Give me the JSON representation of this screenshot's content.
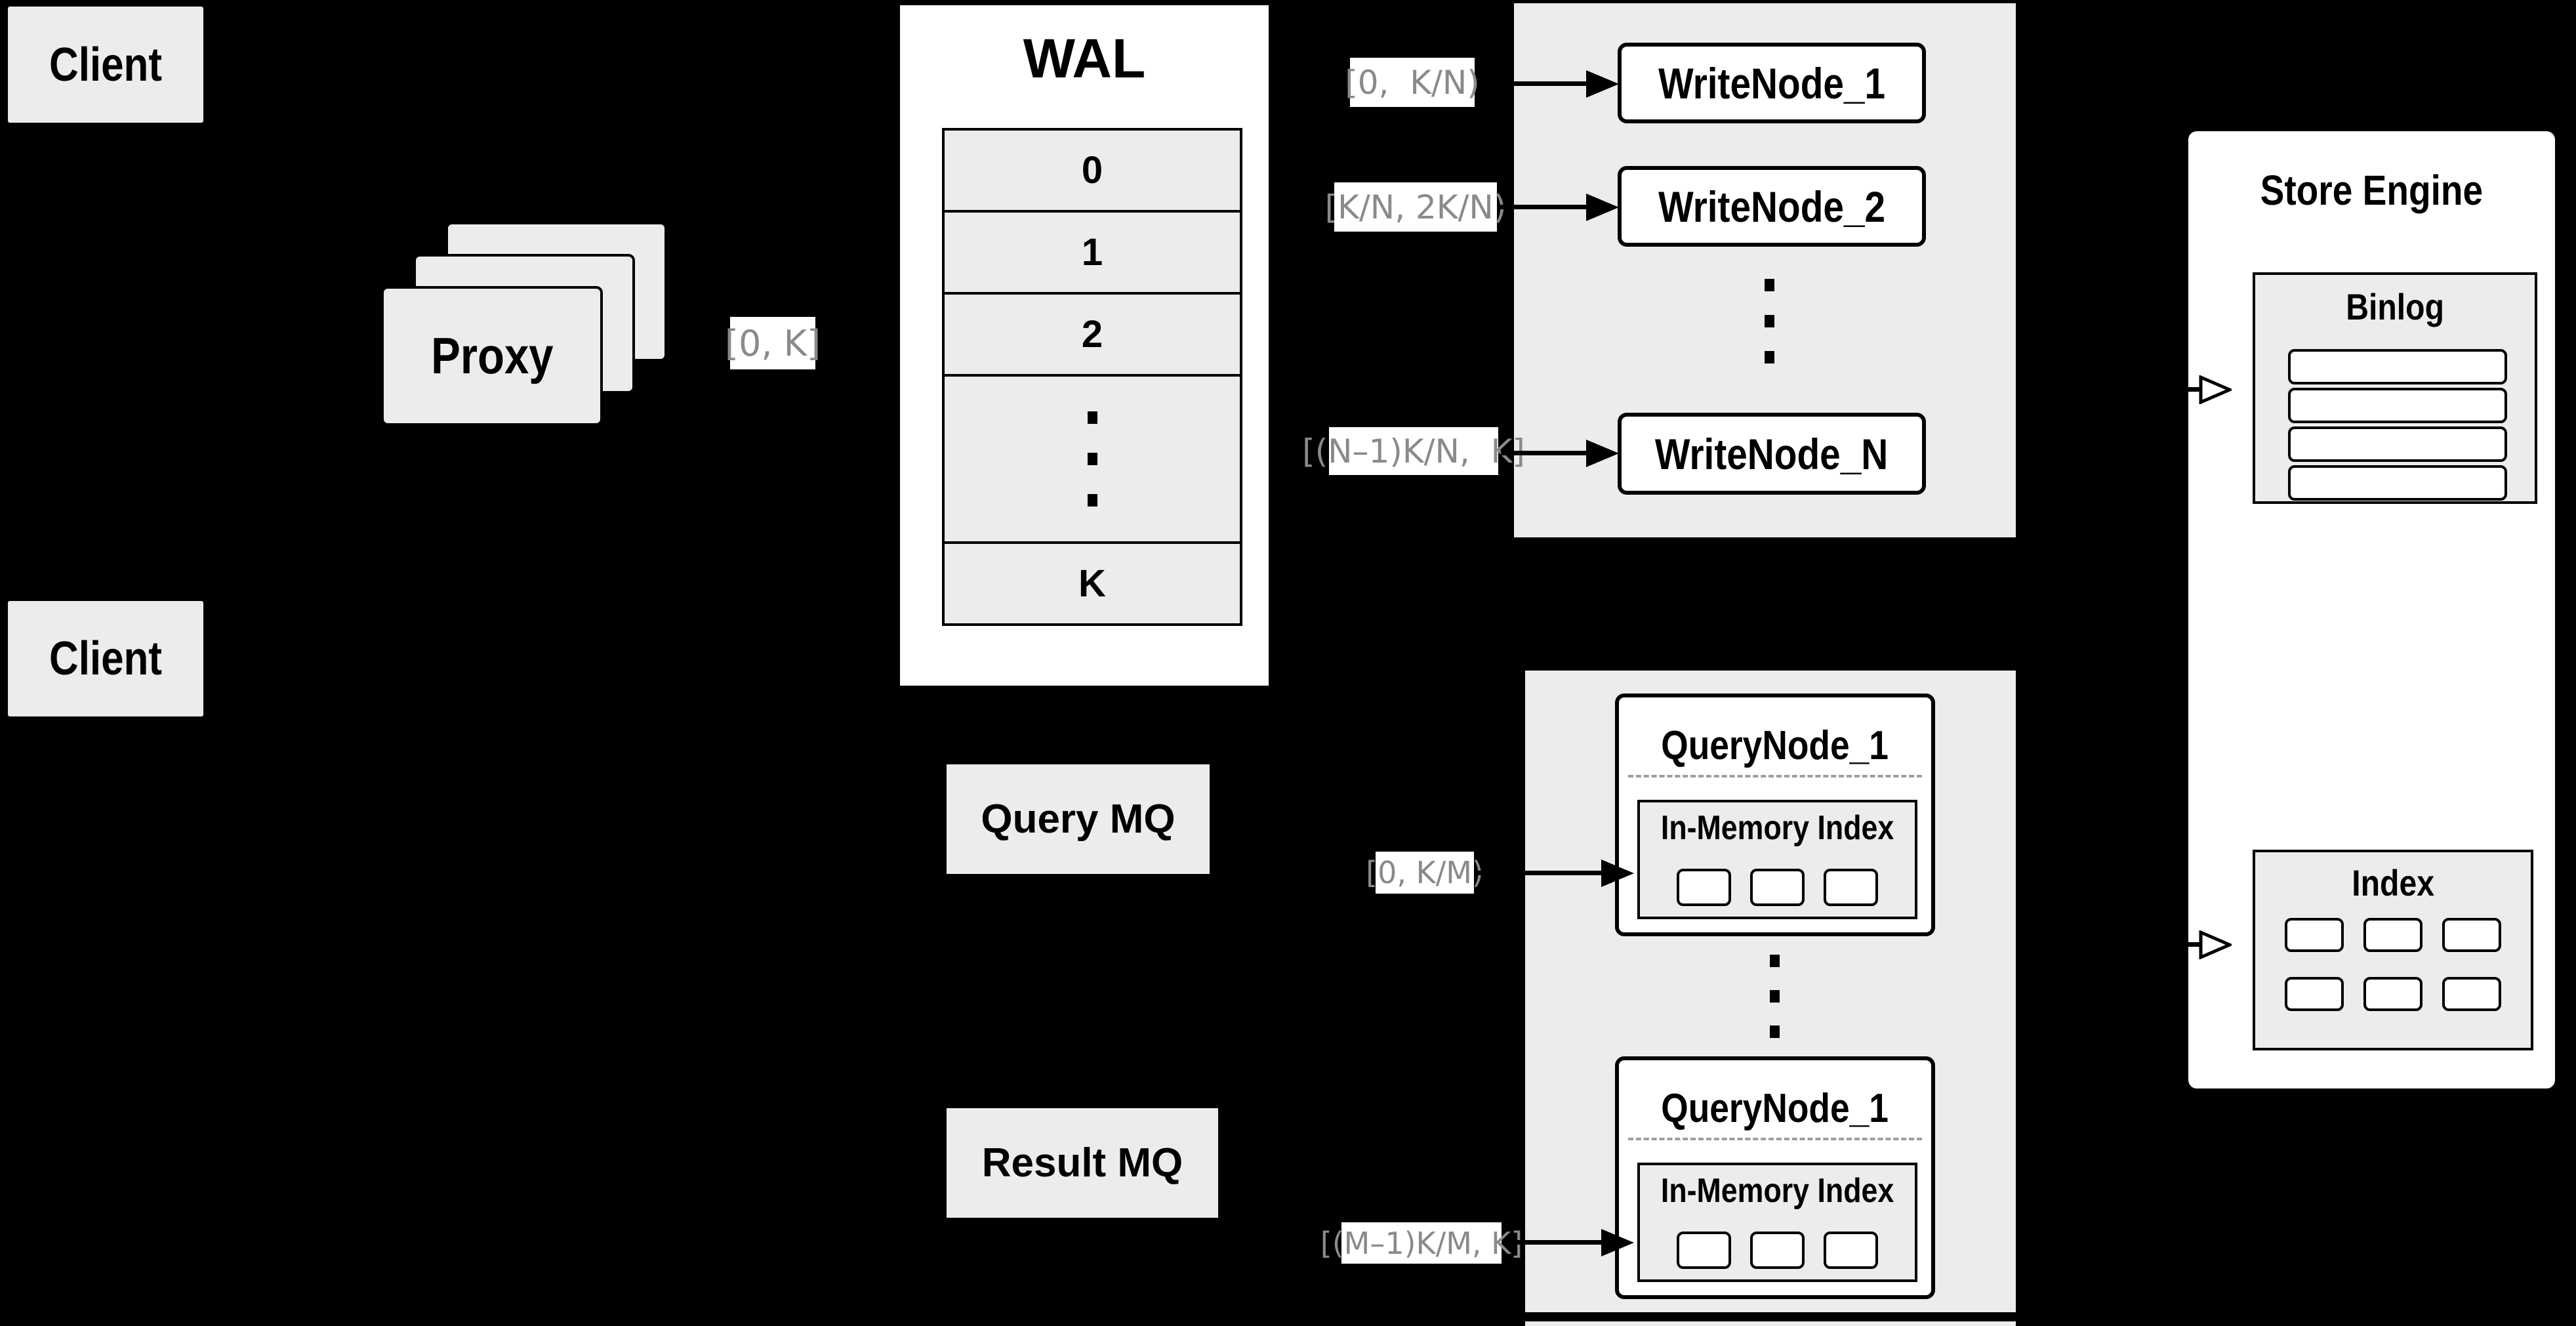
{
  "colors": {
    "background": "#000000",
    "panel_gray": "#ececec",
    "box_white": "#ffffff",
    "stroke_black": "#000000",
    "range_text_gray": "#8a8a8a"
  },
  "clients": [
    {
      "label": "Client"
    },
    {
      "label": "Client"
    }
  ],
  "proxy": {
    "label": "Proxy",
    "output_range": "[0, K]"
  },
  "wal": {
    "title": "WAL",
    "segments": [
      "0",
      "1",
      "2"
    ],
    "last_segment": "K"
  },
  "write_cluster": {
    "nodes": [
      {
        "range": "[0,  K/N)",
        "name": "WriteNode_1"
      },
      {
        "range": "[K/N, 2K/N)",
        "name": "WriteNode_2"
      },
      {
        "range": "[(N–1)K/N,  K]",
        "name": "WriteNode_N"
      }
    ]
  },
  "store_engine": {
    "title": "Store Engine",
    "binlog_title": "Binlog",
    "index_title": "Index"
  },
  "message_queues": {
    "query": "Query MQ",
    "result": "Result MQ"
  },
  "query_cluster": {
    "nodes": [
      {
        "range": "[0, K/M)",
        "name": "QueryNode_1",
        "memory_label": "In-Memory Index"
      },
      {
        "range": "[(M–1)K/M, K]",
        "name": "QueryNode_1",
        "memory_label": "In-Memory Index"
      }
    ]
  }
}
